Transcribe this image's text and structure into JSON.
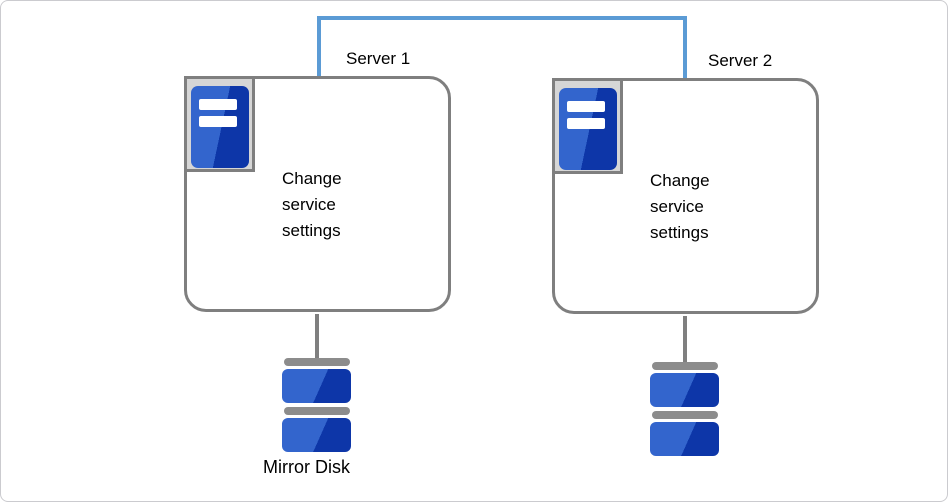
{
  "diagram": {
    "interconnect": {
      "name": "network-link",
      "color": "#5B9BD5"
    },
    "servers": [
      {
        "label": "Server 1",
        "body": "Change service settings"
      },
      {
        "label": "Server 2",
        "body": "Change service settings"
      }
    ],
    "disks": {
      "mirror_disk_label": "Mirror Disk"
    },
    "colors": {
      "link_blue": "#5B9BD5",
      "shape_border_gray": "#7F7F7F",
      "icon_background_gray": "#D6D6D6",
      "device_blue_light": "#3365CD",
      "device_blue_dark": "#0D36A8",
      "disk_cap_gray": "#8C8C8C"
    }
  }
}
